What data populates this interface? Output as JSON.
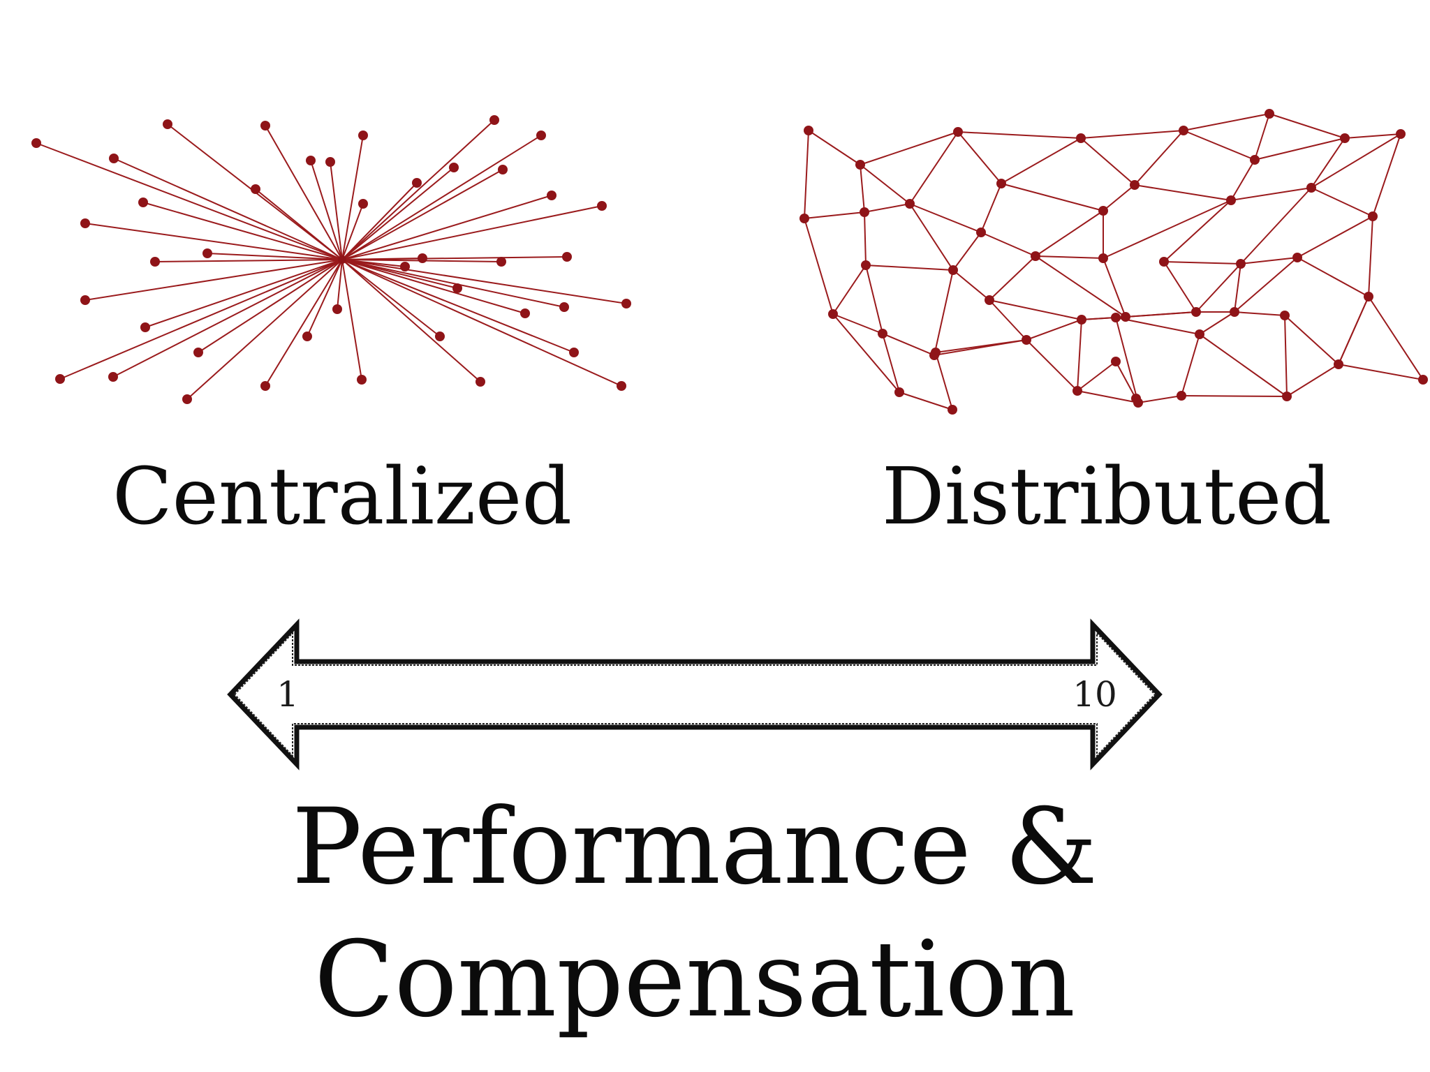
{
  "diagram": {
    "left_network": {
      "label": "Centralized"
    },
    "right_network": {
      "label": "Distributed"
    },
    "scale": {
      "min_label": "1",
      "max_label": "10"
    },
    "title": {
      "line1": "Performance &",
      "line2": "Compensation"
    },
    "colors": {
      "network": "#9a1a1c",
      "node": "#8f1418",
      "text": "#0b0b0b",
      "arrow": "#111111"
    }
  }
}
